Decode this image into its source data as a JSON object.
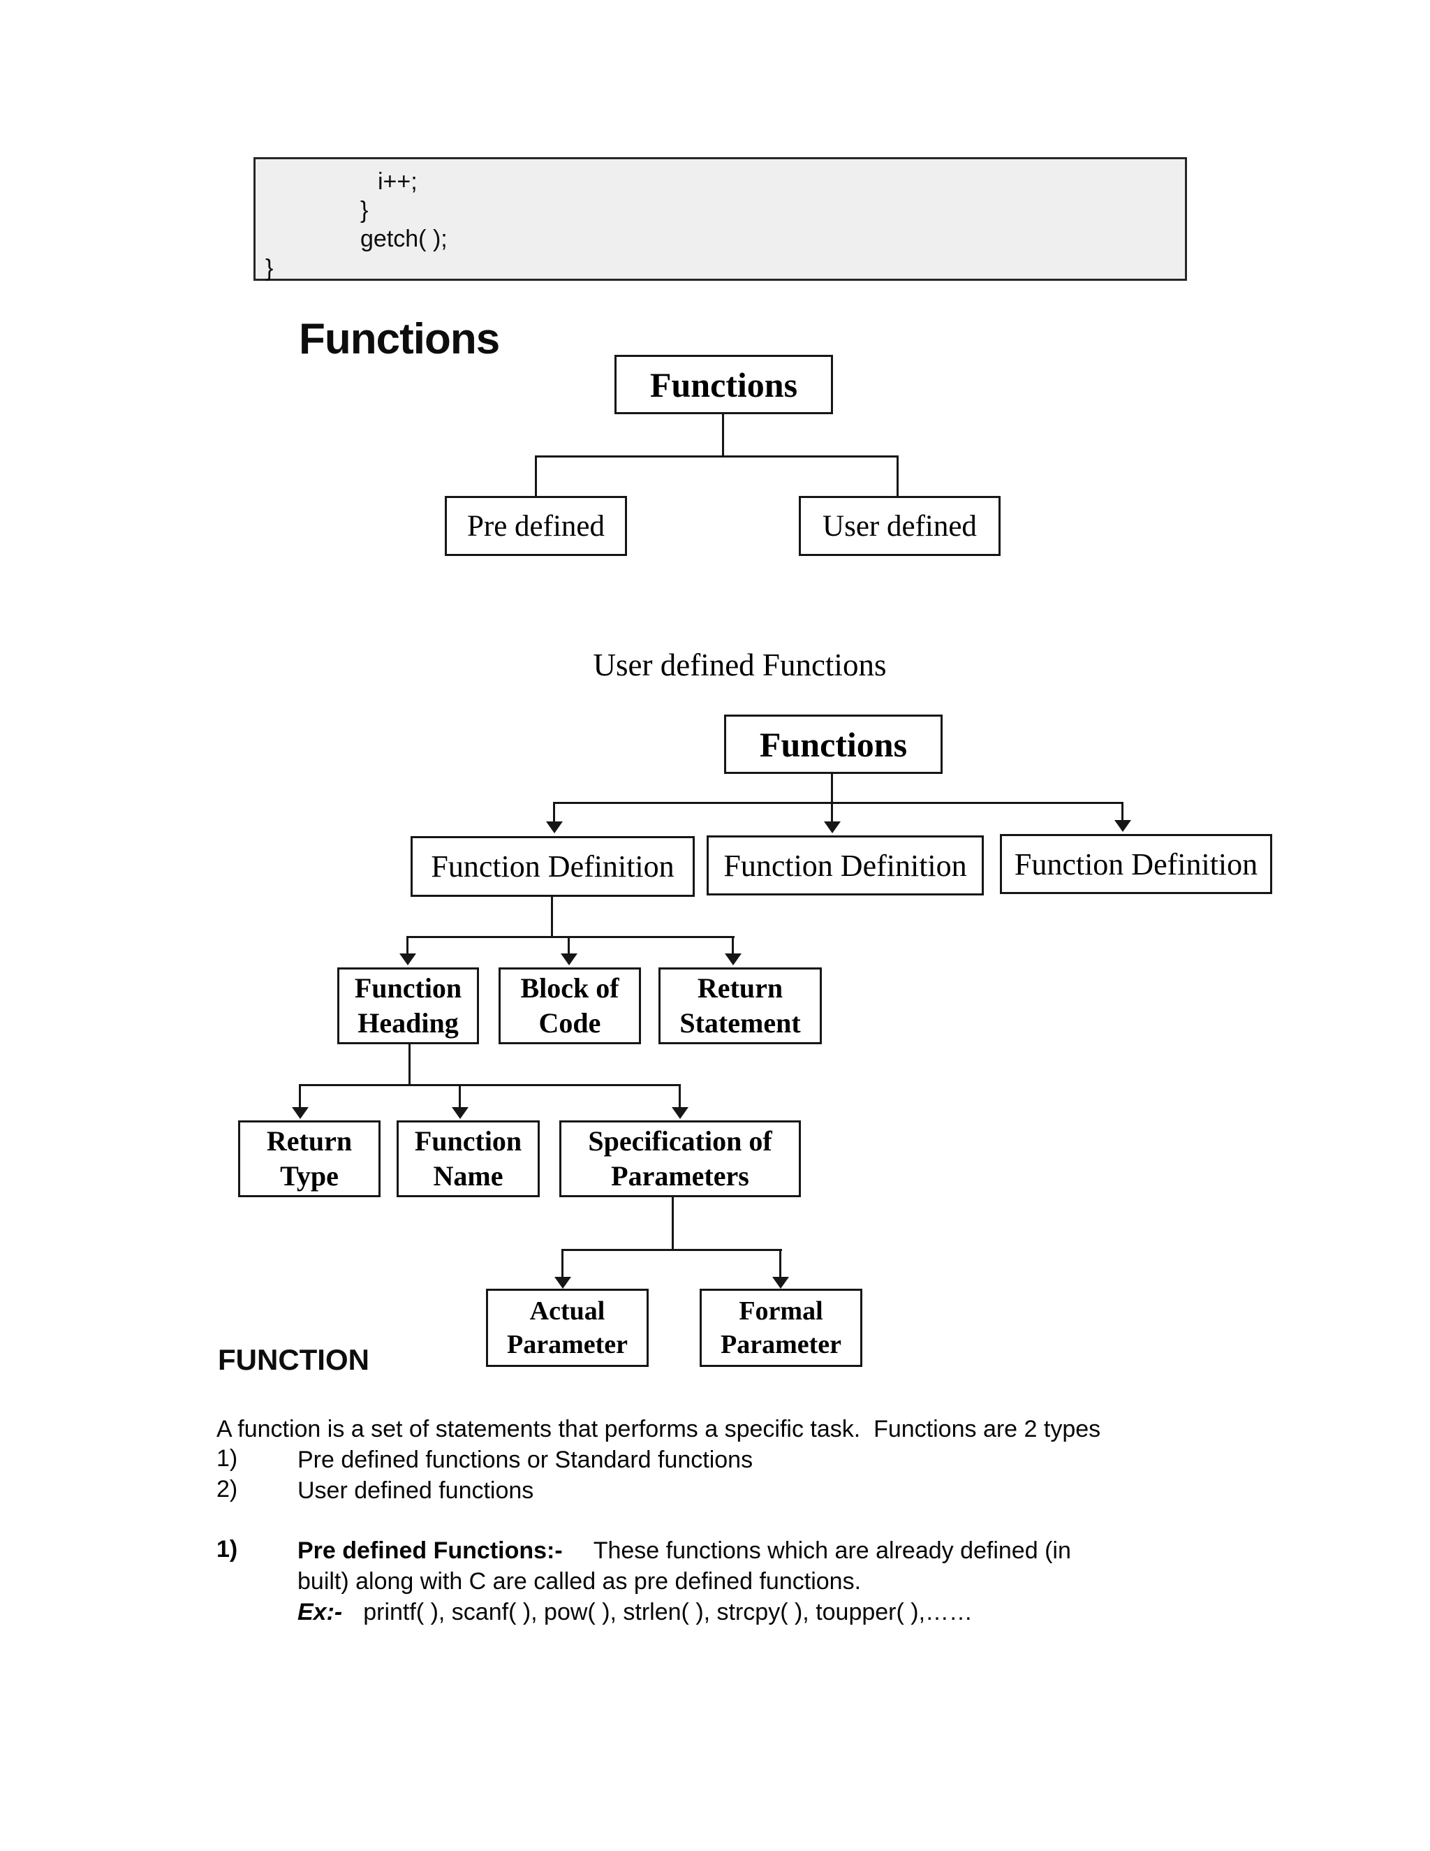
{
  "code_block": {
    "lines": [
      "i++;",
      "}",
      "getch( );",
      "}"
    ]
  },
  "page_heading": "Functions",
  "diagram1": {
    "root": "Functions",
    "child_left": "Pre defined",
    "child_right": "User defined"
  },
  "caption": "User defined Functions",
  "diagram2": {
    "root": "Functions",
    "def1": "Function Definition",
    "def2": "Function Definition",
    "def3": "Function Definition",
    "fn_heading": "Function Heading",
    "block_of_code": "Block of Code",
    "return_statement": "Return Statement",
    "return_type": "Return Type",
    "fn_name": "Function Name",
    "spec_params": "Specification of Parameters",
    "actual_param": "Actual Parameter",
    "formal_param": "Formal Parameter"
  },
  "section": {
    "heading": "FUNCTION",
    "intro": "A function is a set of statements that performs a specific task.  Functions are 2 types",
    "items": [
      {
        "num": "1)",
        "text": "Pre defined functions or Standard functions"
      },
      {
        "num": "2)",
        "text": "User defined functions"
      }
    ],
    "predef": {
      "num": "1)",
      "label": "Pre defined Functions:-",
      "line1": "These functions which are already defined (in",
      "line2": "built) along with C are called as pre defined functions.",
      "ex_label": "Ex:-",
      "ex_text": "printf( ), scanf( ), pow( ), strlen( ), strcpy( ), toupper( ),……"
    }
  },
  "colors": {
    "ink": "#161616",
    "code_bg": "#efefef",
    "page_bg": "#ffffff"
  }
}
